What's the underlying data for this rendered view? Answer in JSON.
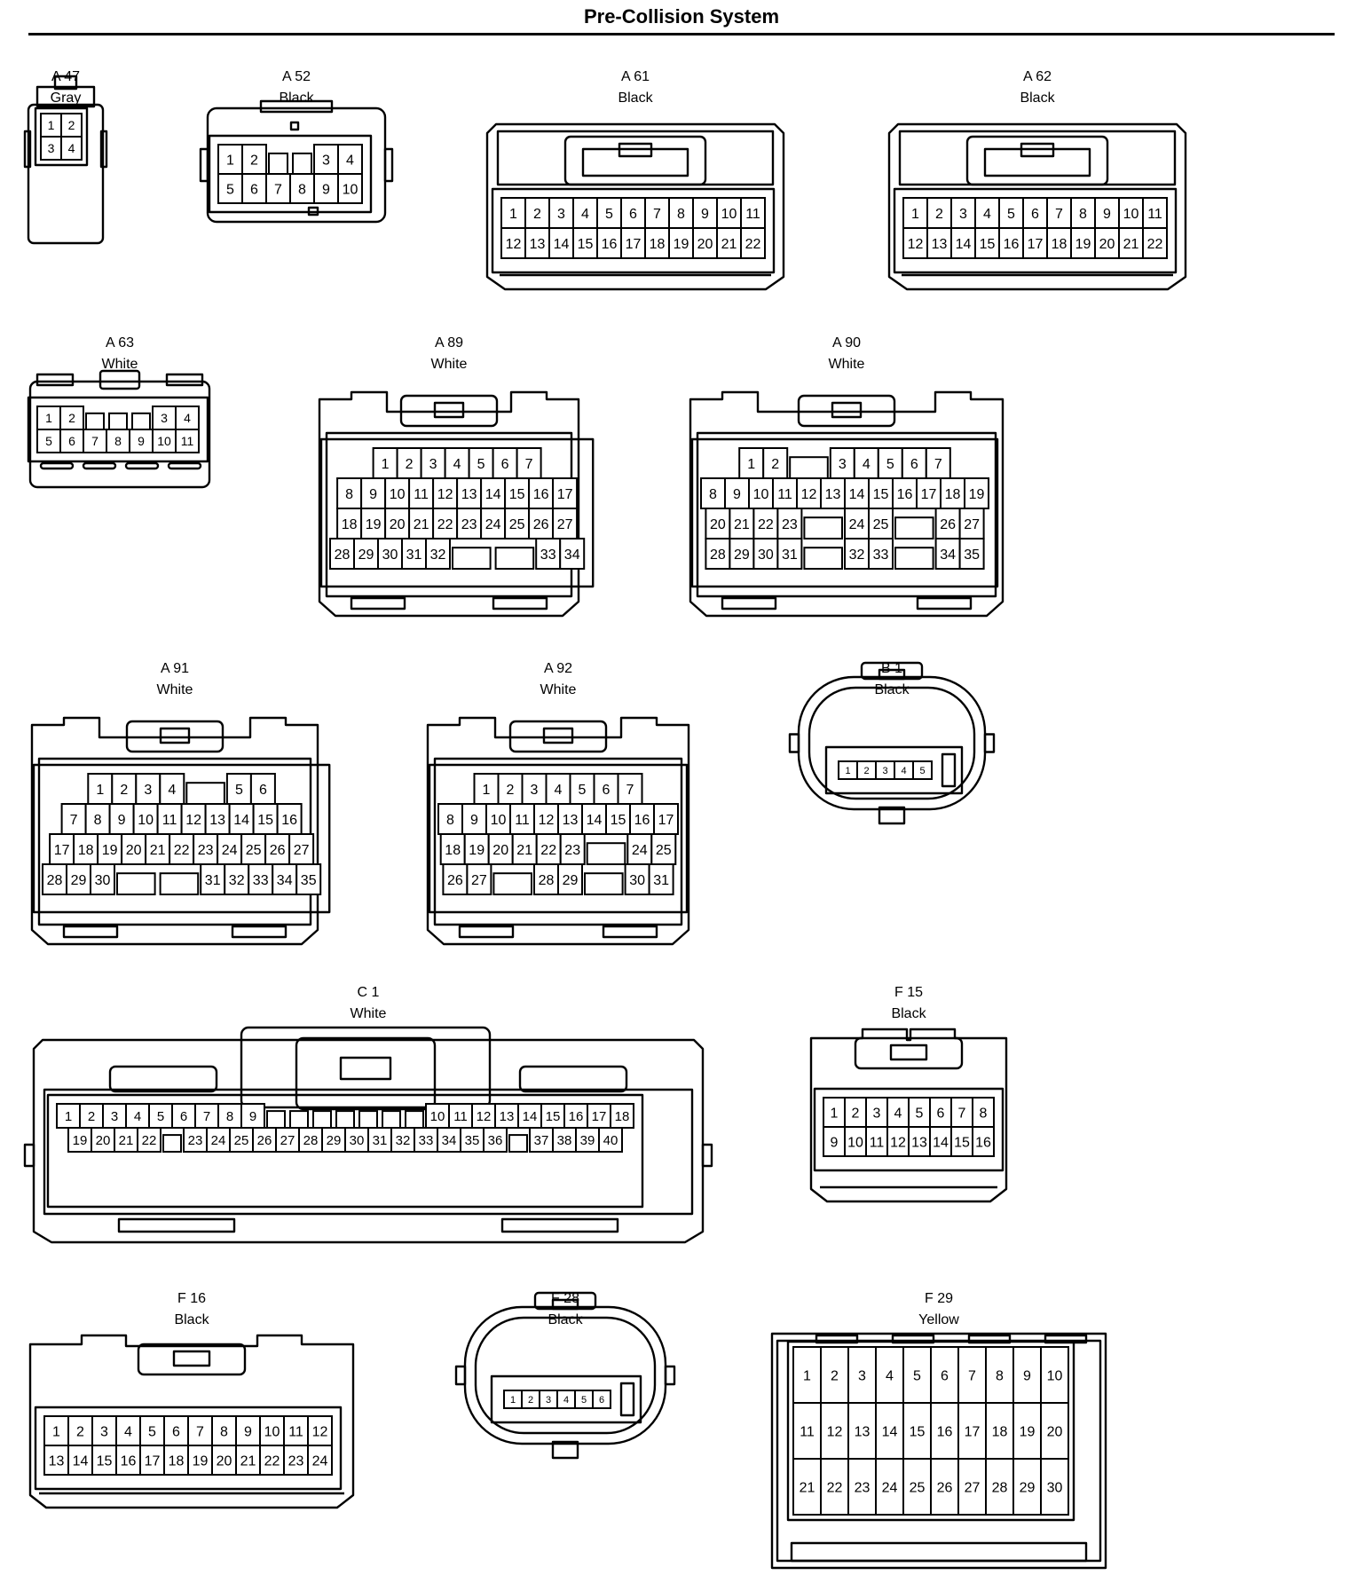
{
  "title": "Pre-Collision System",
  "connectors": [
    {
      "key": "A47",
      "id": "A 47",
      "color": "Gray",
      "style": "sq",
      "rows": [
        [
          1,
          2
        ],
        [
          3,
          4
        ]
      ]
    },
    {
      "key": "A52",
      "id": "A 52",
      "color": "Black",
      "style": "a52",
      "rows": [
        [
          1,
          2,
          null,
          null,
          3,
          4
        ],
        [
          5,
          6,
          7,
          8,
          9,
          10
        ]
      ]
    },
    {
      "key": "A61",
      "id": "A 61",
      "color": "Black",
      "style": "wide",
      "rows": [
        [
          1,
          2,
          3,
          4,
          5,
          6,
          7,
          8,
          9,
          10,
          11
        ],
        [
          12,
          13,
          14,
          15,
          16,
          17,
          18,
          19,
          20,
          21,
          22
        ]
      ]
    },
    {
      "key": "A62",
      "id": "A 62",
      "color": "Black",
      "style": "wide",
      "rows": [
        [
          1,
          2,
          3,
          4,
          5,
          6,
          7,
          8,
          9,
          10,
          11
        ],
        [
          12,
          13,
          14,
          15,
          16,
          17,
          18,
          19,
          20,
          21,
          22
        ]
      ]
    },
    {
      "key": "A63",
      "id": "A 63",
      "color": "White",
      "style": "a63",
      "rows": [
        [
          1,
          2,
          null,
          null,
          null,
          3,
          4
        ],
        [
          5,
          6,
          7,
          8,
          9,
          10,
          11
        ]
      ]
    },
    {
      "key": "A89",
      "id": "A 89",
      "color": "White",
      "style": "big",
      "rows": [
        [
          1,
          2,
          3,
          4,
          5,
          6,
          7
        ],
        [
          8,
          9,
          10,
          11,
          12,
          13,
          14,
          15,
          16,
          17
        ],
        [
          18,
          19,
          20,
          21,
          22,
          23,
          24,
          25,
          26,
          27
        ],
        [
          28,
          29,
          30,
          31,
          32,
          null,
          null,
          33,
          34
        ]
      ]
    },
    {
      "key": "A90",
      "id": "A 90",
      "color": "White",
      "style": "big",
      "rows": [
        [
          1,
          2,
          null,
          3,
          4,
          5,
          6,
          7
        ],
        [
          8,
          9,
          10,
          11,
          12,
          13,
          14,
          15,
          16,
          17,
          18,
          19
        ],
        [
          20,
          21,
          22,
          23,
          null,
          24,
          25,
          null,
          26,
          27
        ],
        [
          28,
          29,
          30,
          31,
          null,
          32,
          33,
          null,
          34,
          35
        ]
      ]
    },
    {
      "key": "A91",
      "id": "A 91",
      "color": "White",
      "style": "big",
      "rows": [
        [
          1,
          2,
          3,
          4,
          null,
          5,
          6
        ],
        [
          7,
          8,
          9,
          10,
          11,
          12,
          13,
          14,
          15,
          16
        ],
        [
          17,
          18,
          19,
          20,
          21,
          22,
          23,
          24,
          25,
          26,
          27
        ],
        [
          28,
          29,
          30,
          null,
          null,
          31,
          32,
          33,
          34,
          35
        ]
      ]
    },
    {
      "key": "A92",
      "id": "A 92",
      "color": "White",
      "style": "big",
      "rows": [
        [
          1,
          2,
          3,
          4,
          5,
          6,
          7
        ],
        [
          8,
          9,
          10,
          11,
          12,
          13,
          14,
          15,
          16,
          17
        ],
        [
          18,
          19,
          20,
          21,
          22,
          23,
          null,
          24,
          25
        ],
        [
          26,
          27,
          null,
          28,
          29,
          null,
          30,
          31
        ]
      ]
    },
    {
      "key": "B1",
      "id": "B 1",
      "color": "Black",
      "style": "oval",
      "rows": [
        [
          1,
          2,
          3,
          4,
          5
        ]
      ]
    },
    {
      "key": "C1",
      "id": "C 1",
      "color": "White",
      "style": "c1",
      "rows": [
        [
          1,
          2,
          3,
          4,
          5,
          6,
          7,
          8,
          9,
          null,
          null,
          null,
          null,
          null,
          null,
          null,
          10,
          11,
          12,
          13,
          14,
          15,
          16,
          17,
          18
        ],
        [
          19,
          20,
          21,
          22,
          null,
          23,
          24,
          25,
          26,
          27,
          28,
          29,
          30,
          31,
          32,
          33,
          34,
          35,
          36,
          null,
          37,
          38,
          39,
          40
        ]
      ]
    },
    {
      "key": "F15",
      "id": "F 15",
      "color": "Black",
      "style": "f",
      "rows": [
        [
          1,
          2,
          3,
          4,
          5,
          6,
          7,
          8
        ],
        [
          9,
          10,
          11,
          12,
          13,
          14,
          15,
          16
        ]
      ]
    },
    {
      "key": "F16",
      "id": "F 16",
      "color": "Black",
      "style": "f",
      "rows": [
        [
          1,
          2,
          3,
          4,
          5,
          6,
          7,
          8,
          9,
          10,
          11,
          12
        ],
        [
          13,
          14,
          15,
          16,
          17,
          18,
          19,
          20,
          21,
          22,
          23,
          24
        ]
      ]
    },
    {
      "key": "F28",
      "id": "F 28",
      "color": "Black",
      "style": "oval",
      "rows": [
        [
          1,
          2,
          3,
          4,
          5,
          6
        ]
      ]
    },
    {
      "key": "F29",
      "id": "F 29",
      "color": "Yellow",
      "style": "f29",
      "rows": [
        [
          1,
          2,
          3,
          4,
          5,
          6,
          7,
          8,
          9,
          10
        ],
        [
          11,
          12,
          13,
          14,
          15,
          16,
          17,
          18,
          19,
          20
        ],
        [
          21,
          22,
          23,
          24,
          25,
          26,
          27,
          28,
          29,
          30
        ]
      ]
    }
  ]
}
